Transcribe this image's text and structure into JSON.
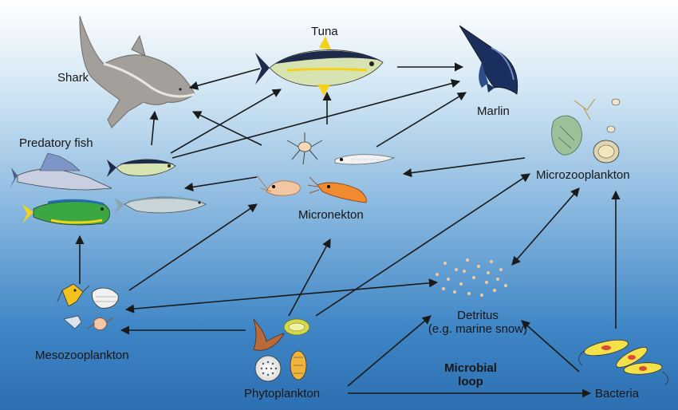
{
  "labels": {
    "shark": "Shark",
    "tuna": "Tuna",
    "marlin": "Marlin",
    "predatory_fish": "Predatory fish",
    "microzooplankton": "Microzooplankton",
    "micronekton": "Micronekton",
    "mesozooplankton": "Mesozooplankton",
    "detritus": "Detritus",
    "detritus_note": "(e.g. marine snow)",
    "microbial_loop_line1": "Microbial",
    "microbial_loop_line2": "loop",
    "phytoplankton": "Phytoplankton",
    "bacteria": "Bacteria"
  },
  "colors": {
    "arrow": "#1a1a1a",
    "ocean_top": "#ffffff",
    "ocean_bottom": "#2c6fb1",
    "shark": "#a3a09c",
    "tuna_back": "#1d2a4a",
    "tuna_fin": "#f3d31a",
    "marlin": "#1b2f5e",
    "dolphinfish": "#3aa742",
    "bacteria": "#f4e14a"
  },
  "icons": [
    "shark-icon",
    "tuna-icon",
    "marlin-icon",
    "sailfish-icon",
    "predatory-tuna-icon",
    "dolphinfish-icon",
    "mackerel-icon",
    "krill-icon",
    "squid-icon",
    "crab-larva-icon",
    "larval-fish-icon",
    "copepod-icon",
    "amphipod-icon",
    "diatom-icon",
    "dinoflagellate-icon",
    "ciliate-icon",
    "marine-snow-icon",
    "bacteria-icon"
  ]
}
